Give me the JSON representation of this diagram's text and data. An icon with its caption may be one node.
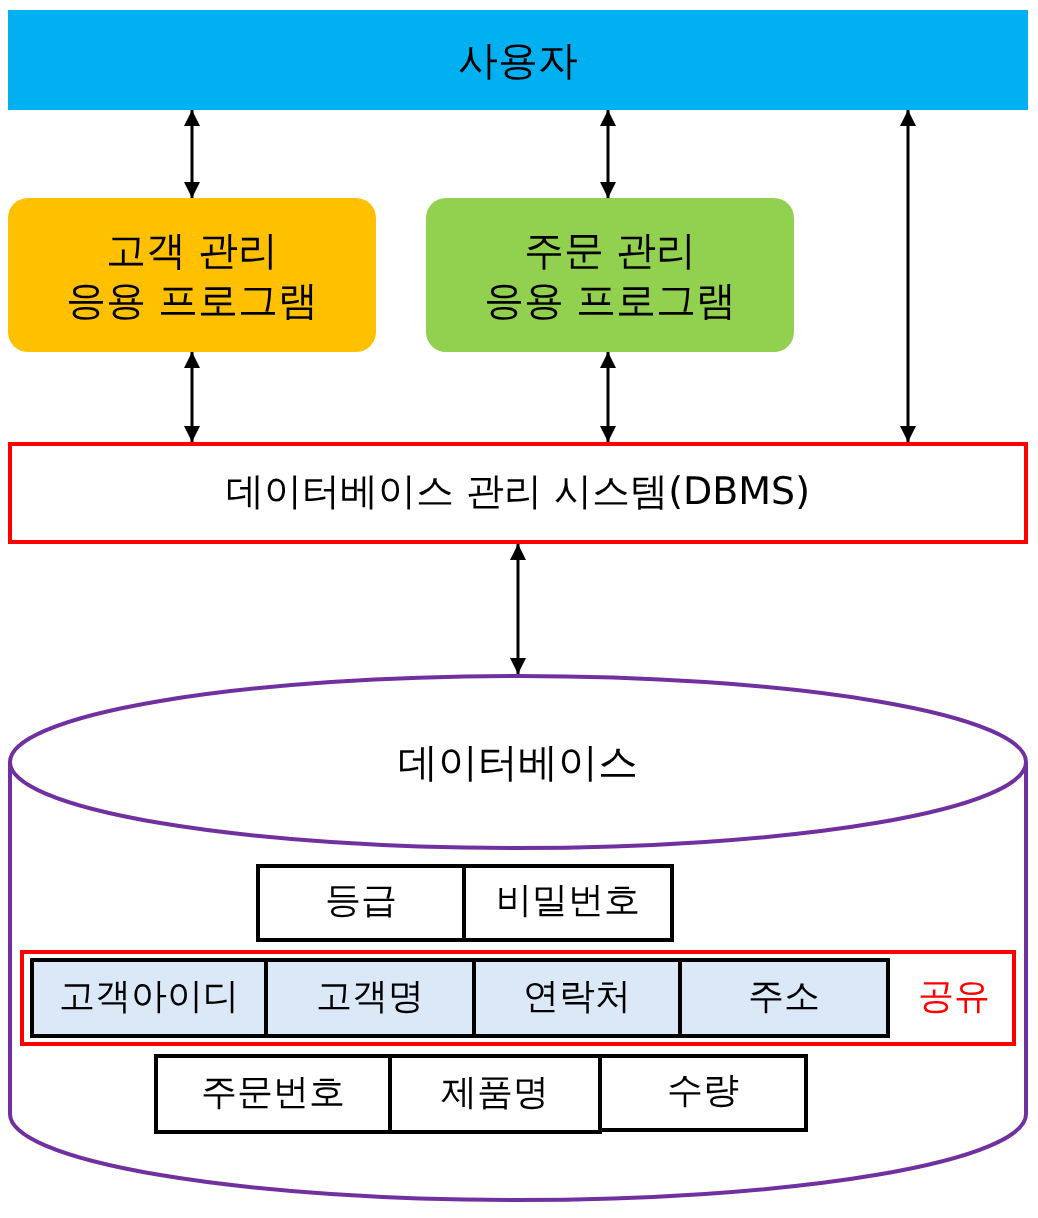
{
  "diagram": {
    "nodes": [
      {
        "text": [
          "사용자"
        ]
      },
      {
        "text": [
          "고객 관리 응용 프로그램"
        ]
      },
      {
        "text": [
          "주문 관리 응용 프로그램"
        ]
      },
      {
        "text": [
          "데이터베이스 관리 시스템(DBMS)"
        ]
      },
      {
        "text": [
          "데이터베이스"
        ]
      },
      {
        "text": [
          "등급"
        ],
        "in": 4
      },
      {
        "text": [
          "비밀번호"
        ],
        "in": 4
      },
      {
        "text": [
          "공유"
        ],
        "in": 4
      },
      {
        "text": [
          "고객아이디"
        ],
        "in": 7
      },
      {
        "text": [
          "고객명"
        ],
        "in": 7
      },
      {
        "text": [
          "연락처"
        ],
        "in": 7
      },
      {
        "text": [
          "주소"
        ],
        "in": 7
      },
      {
        "text": [
          "주문번호"
        ],
        "in": 4
      },
      {
        "text": [
          "제품명"
        ],
        "in": 4
      },
      {
        "text": [
          "수량"
        ],
        "in": 4
      }
    ],
    "edges": [
      {
        "from": 0,
        "to": 1,
        "arrow": "both"
      },
      {
        "from": 0,
        "to": 2,
        "arrow": "both"
      },
      {
        "from": 1,
        "to": 3,
        "arrow": "both"
      },
      {
        "from": 2,
        "to": 3,
        "arrow": "both"
      },
      {
        "from": 0,
        "to": 3,
        "arrow": "both"
      },
      {
        "from": 3,
        "to": 4,
        "arrow": "both"
      }
    ]
  }
}
